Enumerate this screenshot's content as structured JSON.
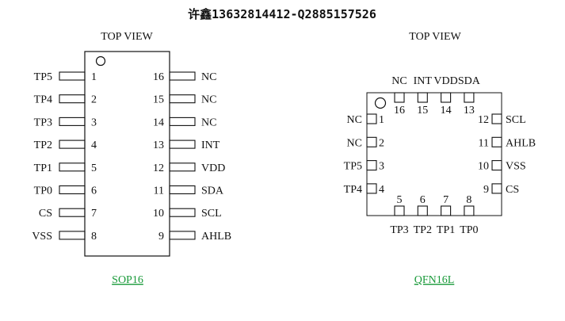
{
  "header": {
    "text": "许鑫13632814412-Q2885157526"
  },
  "colors": {
    "line": "#111111",
    "link": "#1a9a3a",
    "background": "#ffffff"
  },
  "sop16": {
    "view_label": "TOP VIEW",
    "package_label": "SOP16",
    "left_pins": [
      {
        "number": "1",
        "name": "TP5"
      },
      {
        "number": "2",
        "name": "TP4"
      },
      {
        "number": "3",
        "name": "TP3"
      },
      {
        "number": "4",
        "name": "TP2"
      },
      {
        "number": "5",
        "name": "TP1"
      },
      {
        "number": "6",
        "name": "TP0"
      },
      {
        "number": "7",
        "name": "CS"
      },
      {
        "number": "8",
        "name": "VSS"
      }
    ],
    "right_pins": [
      {
        "number": "16",
        "name": "NC"
      },
      {
        "number": "15",
        "name": "NC"
      },
      {
        "number": "14",
        "name": "NC"
      },
      {
        "number": "13",
        "name": "INT"
      },
      {
        "number": "12",
        "name": "VDD"
      },
      {
        "number": "11",
        "name": "SDA"
      },
      {
        "number": "10",
        "name": "SCL"
      },
      {
        "number": "9",
        "name": "AHLB"
      }
    ]
  },
  "qfn16": {
    "view_label": "TOP VIEW",
    "package_label": "QFN16L",
    "left_pins": [
      {
        "number": "1",
        "name": "NC"
      },
      {
        "number": "2",
        "name": "NC"
      },
      {
        "number": "3",
        "name": "TP5"
      },
      {
        "number": "4",
        "name": "TP4"
      }
    ],
    "bottom_pins": [
      {
        "number": "5",
        "name": "TP3"
      },
      {
        "number": "6",
        "name": "TP2"
      },
      {
        "number": "7",
        "name": "TP1"
      },
      {
        "number": "8",
        "name": "TP0"
      }
    ],
    "right_pins": [
      {
        "number": "12",
        "name": "SCL"
      },
      {
        "number": "11",
        "name": "AHLB"
      },
      {
        "number": "10",
        "name": "VSS"
      },
      {
        "number": "9",
        "name": "CS"
      }
    ],
    "top_pins": [
      {
        "number": "16",
        "name": "NC"
      },
      {
        "number": "15",
        "name": "INT"
      },
      {
        "number": "14",
        "name": "VDD"
      },
      {
        "number": "13",
        "name": "SDA"
      }
    ]
  }
}
